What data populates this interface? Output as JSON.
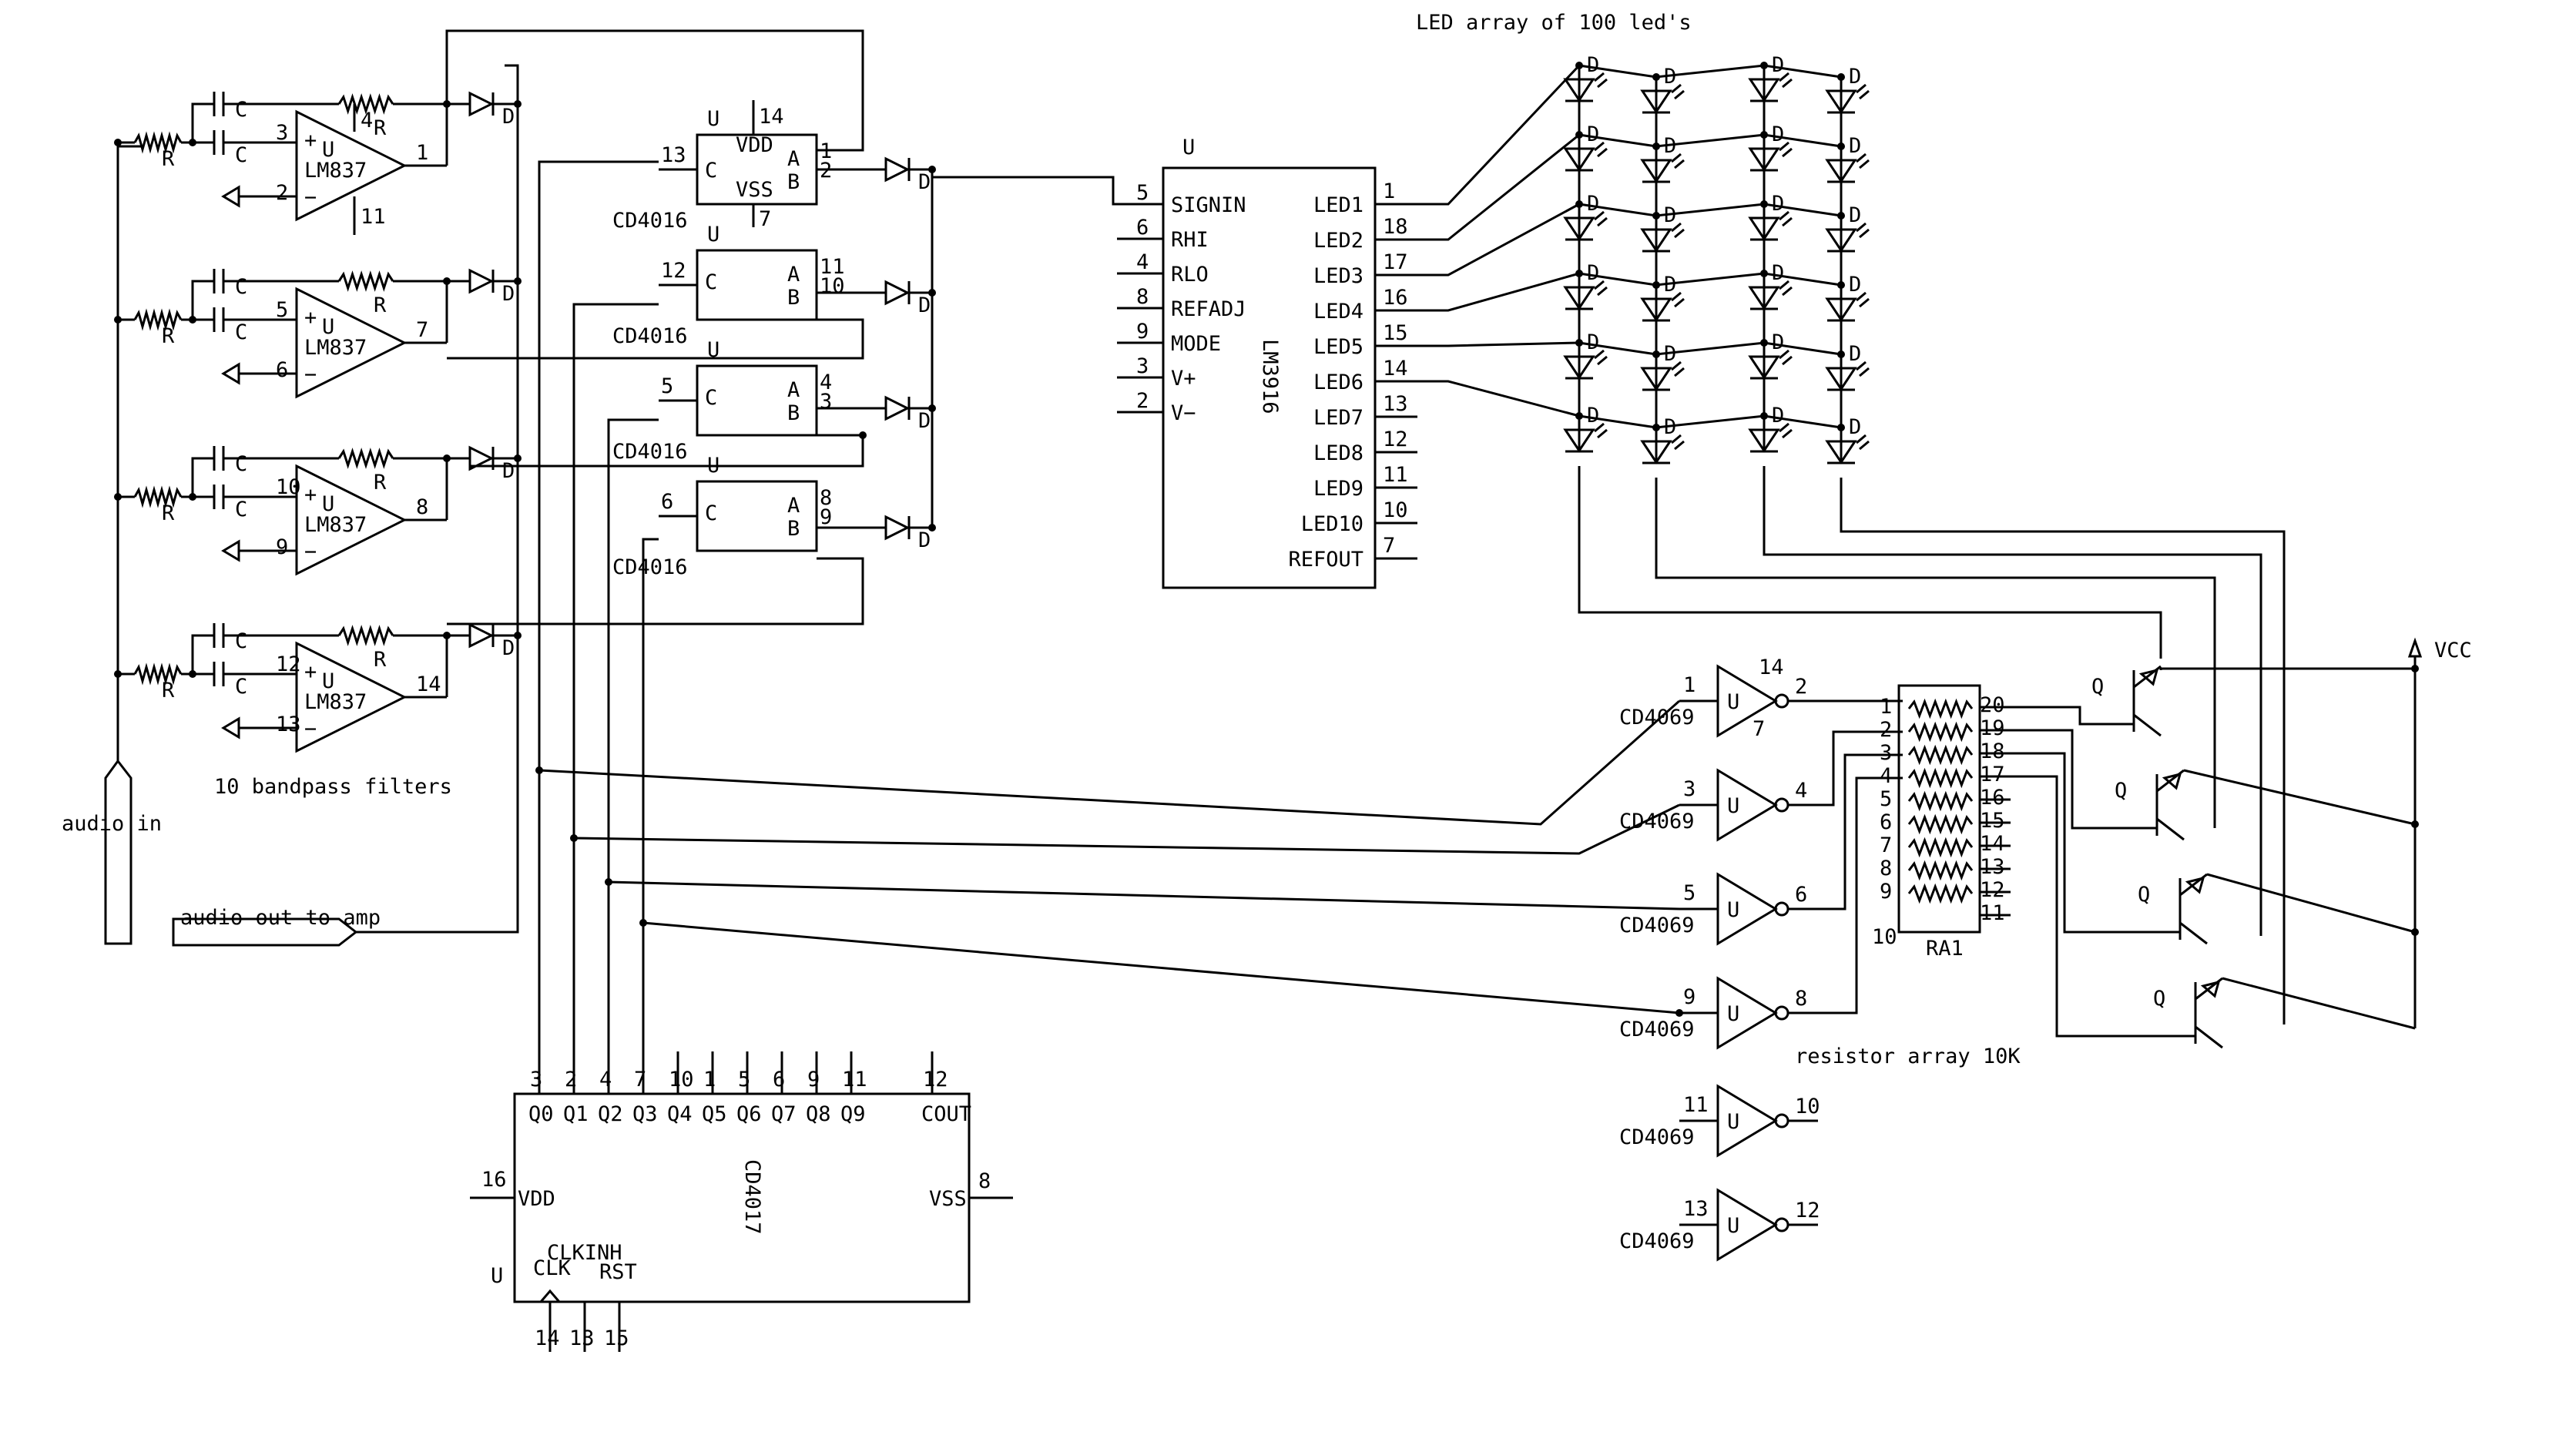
{
  "header": {
    "title": "LED array of 100 led's"
  },
  "labels": {
    "filters_caption": "10 bandpass filters",
    "audio_in": "audio in",
    "audio_out": "audio out to amp",
    "resistor_array_caption": "resistor array 10K",
    "vcc": "VCC"
  },
  "designators": {
    "C": "C",
    "R": "R",
    "D": "D",
    "U": "U",
    "Q": "Q",
    "plus": "+",
    "minus": "−"
  },
  "opamps": [
    {
      "part": "LM837",
      "in_plus": "3",
      "in_minus": "2",
      "out": "1",
      "vplus": "4",
      "vminus": "11"
    },
    {
      "part": "LM837",
      "in_plus": "5",
      "in_minus": "6",
      "out": "7",
      "vplus": "",
      "vminus": ""
    },
    {
      "part": "LM837",
      "in_plus": "10",
      "in_minus": "9",
      "out": "8",
      "vplus": "",
      "vminus": ""
    },
    {
      "part": "LM837",
      "in_plus": "12",
      "in_minus": "13",
      "out": "14",
      "vplus": "",
      "vminus": ""
    }
  ],
  "switches": [
    {
      "part": "CD4016",
      "ctrl_pin": "13",
      "a_pin": "1",
      "b_pin": "2",
      "vdd": "VDD",
      "vss": "VSS",
      "vdd_pin": "14",
      "vss_pin": "7"
    },
    {
      "part": "CD4016",
      "ctrl_pin": "12",
      "a_pin": "11",
      "b_pin": "10"
    },
    {
      "part": "CD4016",
      "ctrl_pin": "5",
      "a_pin": "4",
      "b_pin": "3"
    },
    {
      "part": "CD4016",
      "ctrl_pin": "6",
      "a_pin": "8",
      "b_pin": "9"
    }
  ],
  "switch_pins": {
    "c": "C",
    "a": "A",
    "b": "B"
  },
  "lm3916": {
    "part": "LM3916",
    "left_pins": [
      {
        "num": "5",
        "name": "SIGNIN"
      },
      {
        "num": "6",
        "name": "RHI"
      },
      {
        "num": "4",
        "name": "RLO"
      },
      {
        "num": "8",
        "name": "REFADJ"
      },
      {
        "num": "9",
        "name": "MODE"
      },
      {
        "num": "3",
        "name": "V+"
      },
      {
        "num": "2",
        "name": "V−"
      }
    ],
    "right_pins": [
      {
        "num": "1",
        "name": "LED1"
      },
      {
        "num": "18",
        "name": "LED2"
      },
      {
        "num": "17",
        "name": "LED3"
      },
      {
        "num": "16",
        "name": "LED4"
      },
      {
        "num": "15",
        "name": "LED5"
      },
      {
        "num": "14",
        "name": "LED6"
      },
      {
        "num": "13",
        "name": "LED7"
      },
      {
        "num": "12",
        "name": "LED8"
      },
      {
        "num": "11",
        "name": "LED9"
      },
      {
        "num": "10",
        "name": "LED10"
      },
      {
        "num": "7",
        "name": "REFOUT"
      }
    ]
  },
  "inverters": [
    {
      "part": "CD4069",
      "in": "1",
      "out": "2",
      "vdd": "14",
      "vss": "7"
    },
    {
      "part": "CD4069",
      "in": "3",
      "out": "4"
    },
    {
      "part": "CD4069",
      "in": "5",
      "out": "6"
    },
    {
      "part": "CD4069",
      "in": "9",
      "out": "8"
    },
    {
      "part": "CD4069",
      "in": "11",
      "out": "10"
    },
    {
      "part": "CD4069",
      "in": "13",
      "out": "12"
    }
  ],
  "resistor_array": {
    "name": "RA1",
    "left_pins": [
      "1",
      "2",
      "3",
      "4",
      "5",
      "6",
      "7",
      "8",
      "9"
    ],
    "right_pins": [
      "20",
      "19",
      "18",
      "17",
      "16",
      "15",
      "14",
      "13",
      "12",
      "11"
    ],
    "extra_pin": "10"
  },
  "cd4017": {
    "part": "CD4017",
    "top_pins": [
      {
        "num": "3",
        "name": "Q0"
      },
      {
        "num": "2",
        "name": "Q1"
      },
      {
        "num": "4",
        "name": "Q2"
      },
      {
        "num": "7",
        "name": "Q3"
      },
      {
        "num": "10",
        "name": "Q4"
      },
      {
        "num": "1",
        "name": "Q5"
      },
      {
        "num": "5",
        "name": "Q6"
      },
      {
        "num": "6",
        "name": "Q7"
      },
      {
        "num": "9",
        "name": "Q8"
      },
      {
        "num": "11",
        "name": "Q9"
      },
      {
        "num": "12",
        "name": "COUT"
      }
    ],
    "vdd": {
      "num": "16",
      "name": "VDD"
    },
    "vss": {
      "num": "8",
      "name": "VSS"
    },
    "bottom_pins": [
      {
        "num": "14",
        "name": "CLK"
      },
      {
        "num": "13",
        "name": "CLKINH"
      },
      {
        "num": "15",
        "name": "RST"
      }
    ]
  }
}
